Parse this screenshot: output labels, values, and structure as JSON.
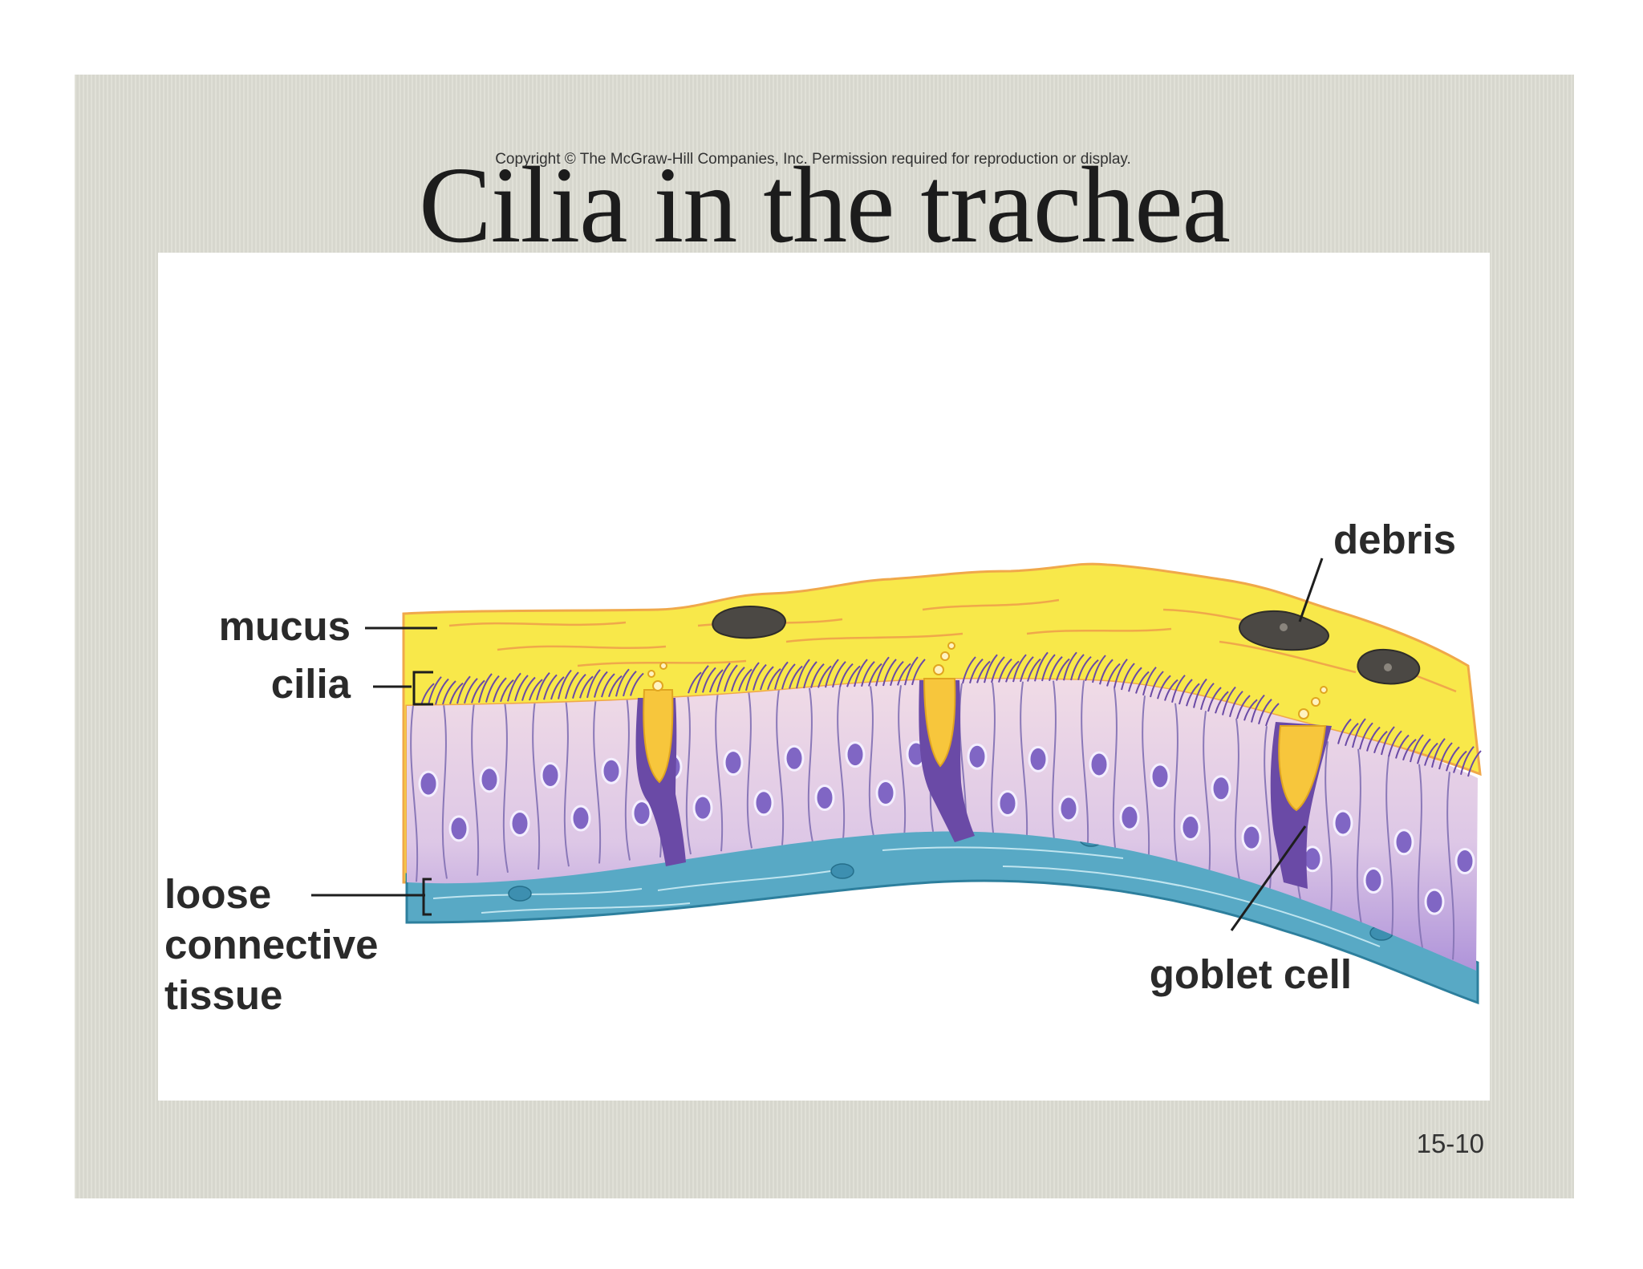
{
  "slide": {
    "title": "Cilia in the trachea",
    "copyright": "Copyright © The McGraw-Hill Companies, Inc. Permission required for reproduction or display.",
    "slide_number": "15-10"
  },
  "diagram": {
    "labels": {
      "mucus": "mucus",
      "cilia": "cilia",
      "loose_1": "loose",
      "loose_2": "connective",
      "loose_3": "tissue",
      "debris": "debris",
      "goblet": "goblet cell"
    },
    "colors": {
      "mucus": "#f8e84a",
      "cell": "#ece1ee",
      "nucleus": "#8066c4",
      "goblet_cell": "#6a4aa6",
      "secretion": "#f7c63c",
      "connective": "#58a9c5",
      "debris": "#4b4844"
    }
  }
}
